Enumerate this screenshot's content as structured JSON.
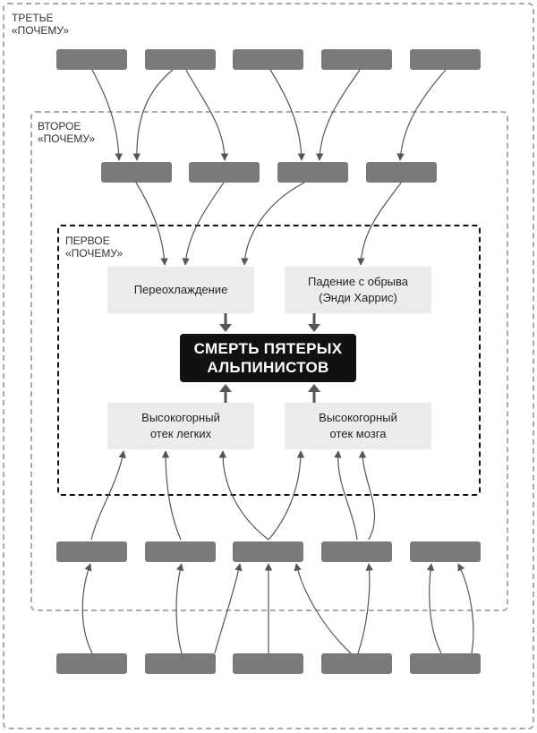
{
  "levels": {
    "third": "ТРЕТЬЕ\n«ПОЧЕМУ»",
    "second": "ВТОРОЕ\n«ПОЧЕМУ»",
    "first": "ПЕРВОЕ\n«ПОЧЕМУ»"
  },
  "central": "СМЕРТЬ ПЯТЕРЫХ\nАЛЬПИНИСТОВ",
  "causes": {
    "hypothermia": "Переохлаждение",
    "fall": "Падение с обрыва\n(Энди Харрис)",
    "pulmonary": "Высокогорный\nотек легких",
    "cerebral": "Высокогорный\nотек мозга"
  },
  "colors": {
    "placeholder": "#7a7a7a",
    "cause_box": "#ececec",
    "central_box": "#111111",
    "arrow": "#555555"
  }
}
